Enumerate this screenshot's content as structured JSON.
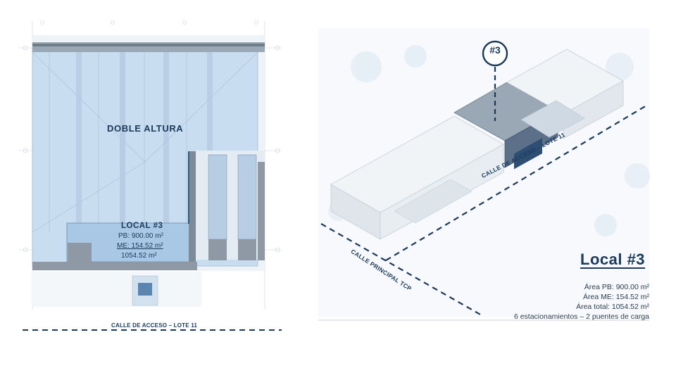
{
  "plan": {
    "zone_label": "DOBLE ALTURA",
    "local_label": "LOCAL #3",
    "area_pb": "PB: 900.00 m²",
    "area_me": "ME: 154.52 m²",
    "area_total": "1054.52 m²",
    "street_label": "CALLE DE ACCESO – LOTE 11"
  },
  "isometric": {
    "badge": "#3",
    "street_access": "CALLE DE ACCESO – LOTE 11",
    "street_main": "CALLE PRINCIPAL TCP"
  },
  "info": {
    "title": "Local #3",
    "area_pb": "Área PB: 900.00 m²",
    "area_me": "Área ME: 154.52 m²",
    "area_total": "Área total: 1054.52 m²",
    "features": "6 estacionamientos – 2 puentes de carga"
  },
  "colors": {
    "navy": "#1b3a5c",
    "highlight_blue": "#bcd6ee",
    "pale_blue": "#dde9f5"
  }
}
